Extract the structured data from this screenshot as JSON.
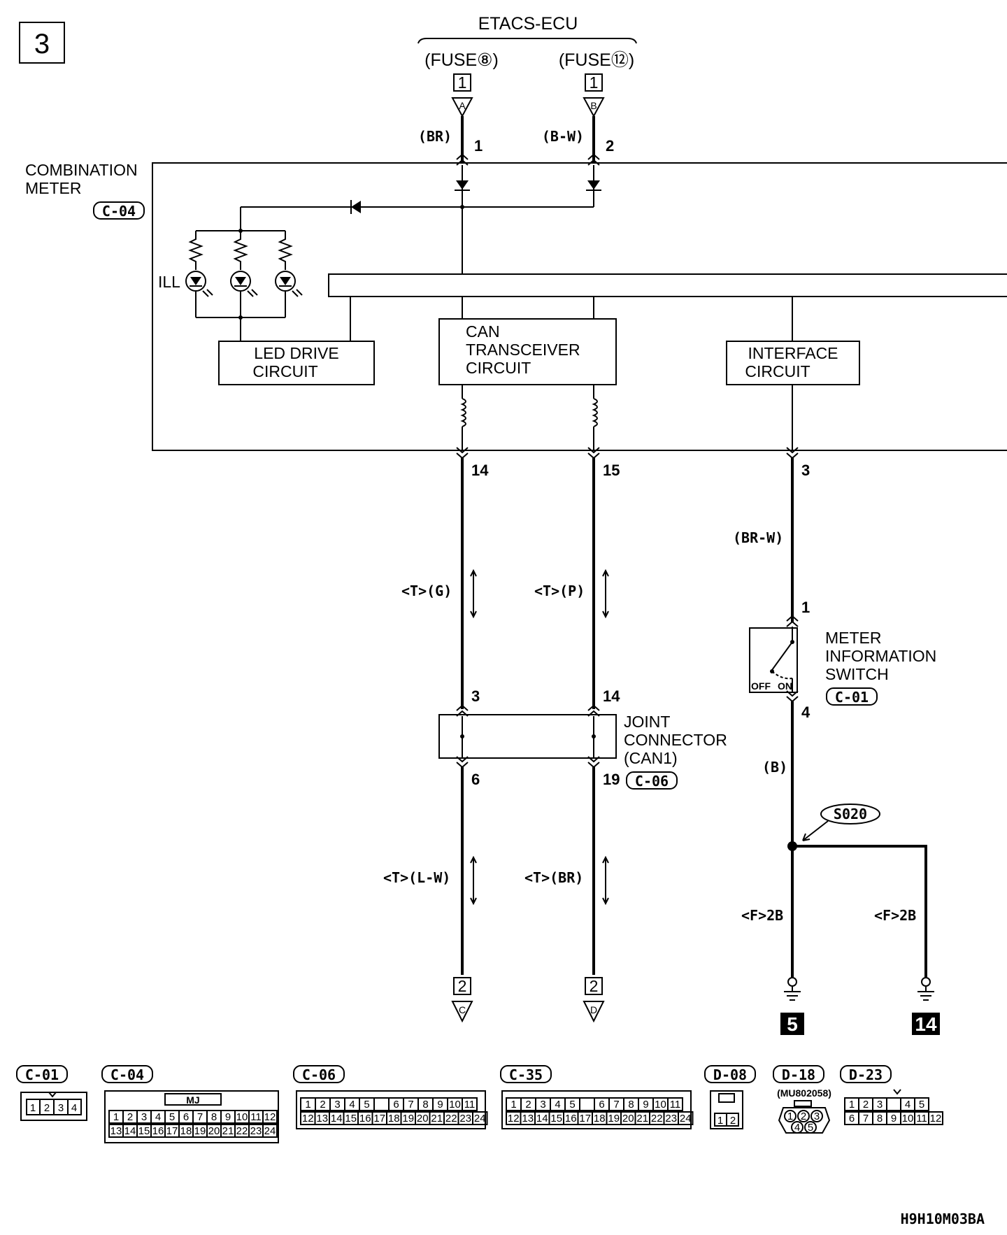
{
  "page_number": "3",
  "source": {
    "name": "ETACS-ECU",
    "fuse_a": "(FUSE⑧)",
    "fuse_b": "(FUSE⑫)",
    "conn_a_num": "1",
    "conn_a_letter": "A",
    "conn_b_num": "1",
    "conn_b_letter": "B"
  },
  "wires": {
    "in1_color": "(BR)",
    "in1_pin": "1",
    "in2_color": "(B-W)",
    "in2_pin": "2",
    "can_l_color": "<T>(G)",
    "can_h_color": "<T>(P)",
    "can_l_color2": "<T>(L-W)",
    "can_h_color2": "<T>(BR)",
    "sw_wire_color": "(BR-W)",
    "gnd_wire_color": "(B)",
    "gnd_left": "<F>2B",
    "gnd_right": "<F>2B"
  },
  "meter": {
    "name_line1": "COMBINATION",
    "name_line2": "METER",
    "connector": "C-04",
    "ill_label": "ILL",
    "led_drive_1": "LED DRIVE",
    "led_drive_2": "CIRCUIT",
    "can_1": "CAN",
    "can_2": "TRANSCEIVER",
    "can_3": "CIRCUIT",
    "iface_1": "INTERFACE",
    "iface_2": "CIRCUIT",
    "pin_14": "14",
    "pin_15": "15",
    "pin_3": "3"
  },
  "switch": {
    "name_1": "METER",
    "name_2": "INFORMATION",
    "name_3": "SWITCH",
    "connector": "C-01",
    "off": "OFF",
    "on": "ON",
    "pin_1": "1",
    "pin_4": "4"
  },
  "joint": {
    "name_1": "JOINT",
    "name_2": "CONNECTOR",
    "name_3": "(CAN1)",
    "connector": "C-06",
    "pin_3": "3",
    "pin_14": "14",
    "pin_6": "6",
    "pin_19": "19"
  },
  "splice": "S020",
  "outputs": {
    "c_num": "2",
    "c_letter": "C",
    "d_num": "2",
    "d_letter": "D",
    "ground_5": "5",
    "ground_14": "14"
  },
  "connectors": {
    "c01": {
      "label": "C-01",
      "cells": [
        "1",
        "2",
        "3",
        "4"
      ]
    },
    "c04": {
      "label": "C-04",
      "tag": "MJ",
      "row1": [
        "1",
        "2",
        "3",
        "4",
        "5",
        "6",
        "7",
        "8",
        "9",
        "10",
        "11",
        "12"
      ],
      "row2": [
        "13",
        "14",
        "15",
        "16",
        "17",
        "18",
        "19",
        "20",
        "21",
        "22",
        "23",
        "24"
      ]
    },
    "c06": {
      "label": "C-06",
      "row1": [
        "1",
        "2",
        "3",
        "4",
        "5",
        "",
        "6",
        "7",
        "8",
        "9",
        "10",
        "11"
      ],
      "row2": [
        "12",
        "13",
        "14",
        "15",
        "16",
        "17",
        "18",
        "19",
        "20",
        "21",
        "22",
        "23",
        "24"
      ]
    },
    "c35": {
      "label": "C-35",
      "row1": [
        "1",
        "2",
        "3",
        "4",
        "5",
        "",
        "6",
        "7",
        "8",
        "9",
        "10",
        "11"
      ],
      "row2": [
        "12",
        "13",
        "14",
        "15",
        "16",
        "17",
        "18",
        "19",
        "20",
        "21",
        "22",
        "23",
        "24"
      ]
    },
    "d08": {
      "label": "D-08",
      "cells": [
        "1",
        "2"
      ]
    },
    "d18": {
      "label": "D-18",
      "part": "(MU802058)",
      "cells": [
        "1",
        "2",
        "3",
        "4",
        "5"
      ]
    },
    "d23": {
      "label": "D-23",
      "row1": [
        "1",
        "2",
        "3",
        "",
        "4",
        "5"
      ],
      "row2": [
        "6",
        "7",
        "8",
        "9",
        "10",
        "11",
        "12"
      ]
    }
  },
  "footer_code": "H9H10M03BA"
}
